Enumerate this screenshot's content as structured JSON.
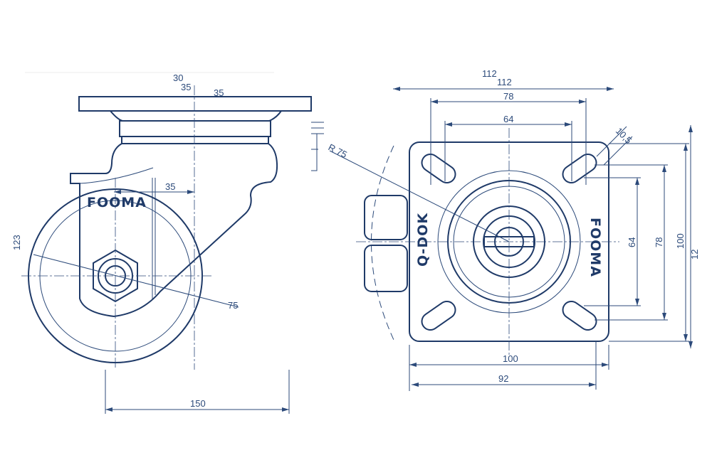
{
  "side_view": {
    "logo": "FOOMA",
    "dims": {
      "top_a": "30",
      "top_b": "35",
      "top_c": "35",
      "offset": "35",
      "height": "123",
      "radius": "75",
      "width": "150"
    }
  },
  "top_view": {
    "logo_left": "Q-DOK",
    "logo_right": "FOOMA",
    "dims": {
      "w112a": "112",
      "w112b": "112",
      "w78": "78",
      "w64": "64",
      "slot": "10,5",
      "radius": "R 75",
      "h64": "64",
      "h78": "78",
      "h100": "100",
      "h112": "12",
      "w100": "100",
      "w92": "92"
    }
  },
  "colors": {
    "line": "#1f3a68"
  }
}
